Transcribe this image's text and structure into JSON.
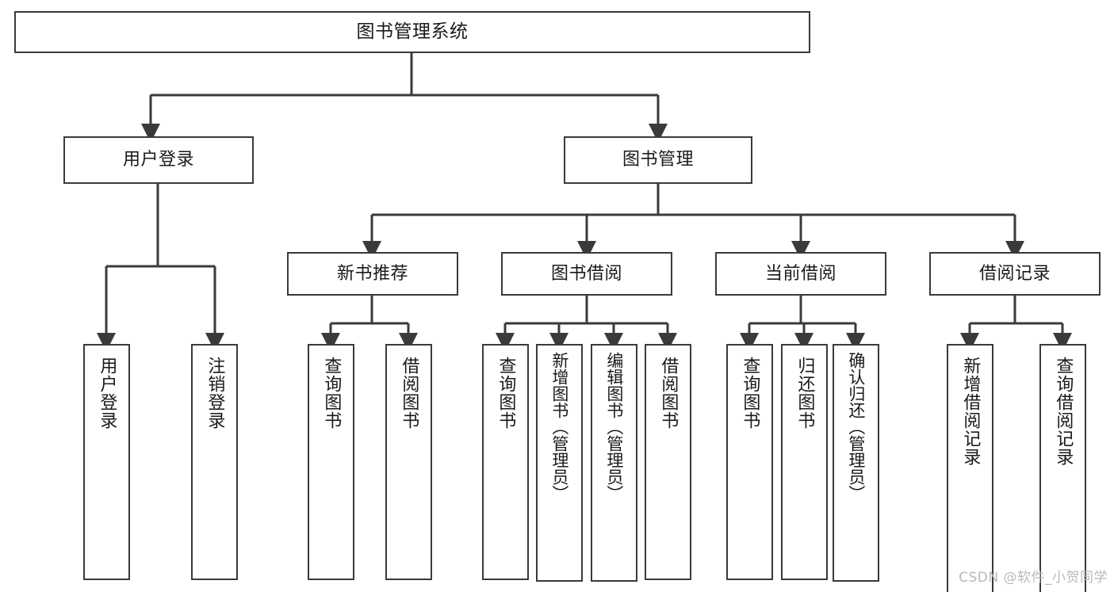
{
  "diagram": {
    "type": "tree",
    "title": "图书管理系统",
    "watermark": "CSDN @软件_小贺同学",
    "colors": {
      "background": "#ffffff",
      "border": "#3a3a3a",
      "text": "#1a1a1a",
      "edge": "#3a3a3a",
      "watermark": "#b9b9b9"
    },
    "root": {
      "label": "图书管理系统"
    },
    "level2": [
      {
        "label": "用户登录"
      },
      {
        "label": "图书管理"
      }
    ],
    "level3": [
      {
        "label": "新书推荐"
      },
      {
        "label": "图书借阅"
      },
      {
        "label": "当前借阅"
      },
      {
        "label": "借阅记录"
      }
    ],
    "leaves": {
      "user_login": [
        {
          "label": "用户登录"
        },
        {
          "label": "注销登录"
        }
      ],
      "new_book_recommend": [
        {
          "label": "查询图书"
        },
        {
          "label": "借阅图书"
        }
      ],
      "book_borrow": [
        {
          "label": "查询图书"
        },
        {
          "label": "新增图书（管理员）"
        },
        {
          "label": "编辑图书（管理员）"
        },
        {
          "label": "借阅图书"
        }
      ],
      "current_borrow": [
        {
          "label": "查询图书"
        },
        {
          "label": "归还图书"
        },
        {
          "label": "确认归还（管理员）"
        }
      ],
      "borrow_record": [
        {
          "label": "新增借阅记录"
        },
        {
          "label": "查询借阅记录"
        }
      ]
    }
  }
}
